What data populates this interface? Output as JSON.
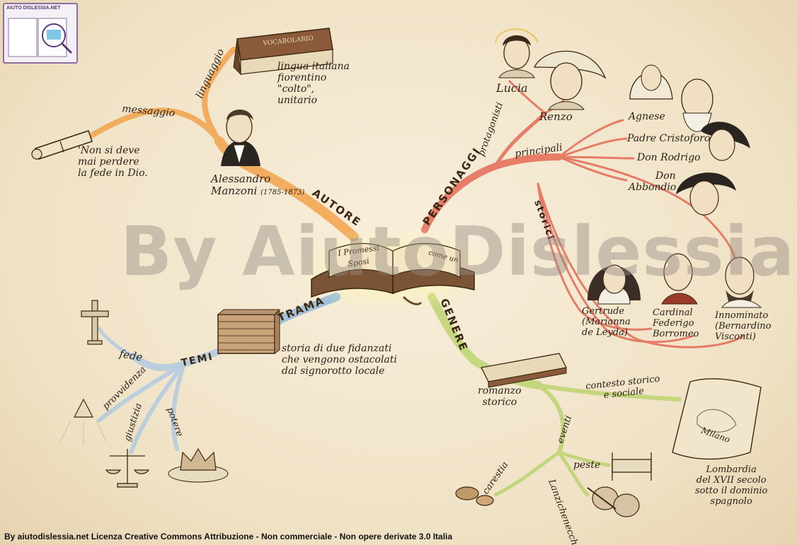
{
  "center": {
    "book_text_1": "I Promessi",
    "book_text_2": "Sposi",
    "book_text_3": "come un"
  },
  "branches": {
    "autore": "AUTORE",
    "personaggi": "PERSONAGGI",
    "trama": "TRAMA",
    "genere": "GENERE",
    "temi": "TEMI"
  },
  "autore": {
    "name": "Alessandro",
    "surname": "Manzoni",
    "years": "(1785-1873)",
    "messaggio_label": "messaggio",
    "messaggio_text": [
      "'Non si deve",
      "mai perdere",
      "la fede in Dio."
    ],
    "linguaggio_label": "linguaggio",
    "linguaggio_text": [
      "lingua italiana",
      "fiorentino",
      "\"colto\",",
      "unitario"
    ],
    "book_title": "VOCABOLARIO"
  },
  "personaggi": {
    "protagonisti_label": "protagonisti",
    "principali_label": "principali",
    "storici_label": "storici",
    "lucia": "Lucia",
    "renzo": "Renzo",
    "agnese": "Agnese",
    "cristoforo": "Padre Cristoforo",
    "rodrigo": "Don Rodrigo",
    "abbondio_1": "Don",
    "abbondio_2": "Abbondio",
    "gertrude": [
      "Gertrude",
      "(Marianna",
      "de Leyda)"
    ],
    "federigo": [
      "Cardinal",
      "Federigo",
      "Borromeo"
    ],
    "innominato": [
      "Innominato",
      "(Bernardino",
      "Visconti)"
    ]
  },
  "trama": {
    "text": [
      "storia di due fidanzati",
      "che vengono ostacolati",
      "dal signorotto locale"
    ]
  },
  "genere": {
    "label": [
      "romanzo",
      "storico"
    ],
    "contesto_label": [
      "contesto storico",
      "e sociale"
    ],
    "lombardia": [
      "Lombardia",
      "del XVII secolo",
      "sotto il dominio",
      "spagnolo"
    ],
    "map_label": "Milano",
    "eventi_label": "eventi",
    "peste": "peste",
    "carestia": "carestia",
    "lanzichenecchi": "Lanzichenecchi"
  },
  "temi": {
    "fede": "fede",
    "provvidenza": "provvidenza",
    "giustizia": "giustizia",
    "potere": "potere"
  },
  "watermark": "By AiutoDislessia.net",
  "logo_text": "AIUTO DISLESSIA.NET",
  "footer": "By aiutodislessia.net Licenza Creative Commons Attribuzione - Non commerciale - Non opere derivate 3.0 Italia",
  "colors": {
    "autore": "#f2a24a",
    "personaggi": "#e0503c",
    "trama": "#8bb6d8",
    "genere": "#b9d36a",
    "temi": "#a9c7e4",
    "ink": "#2b2118"
  }
}
